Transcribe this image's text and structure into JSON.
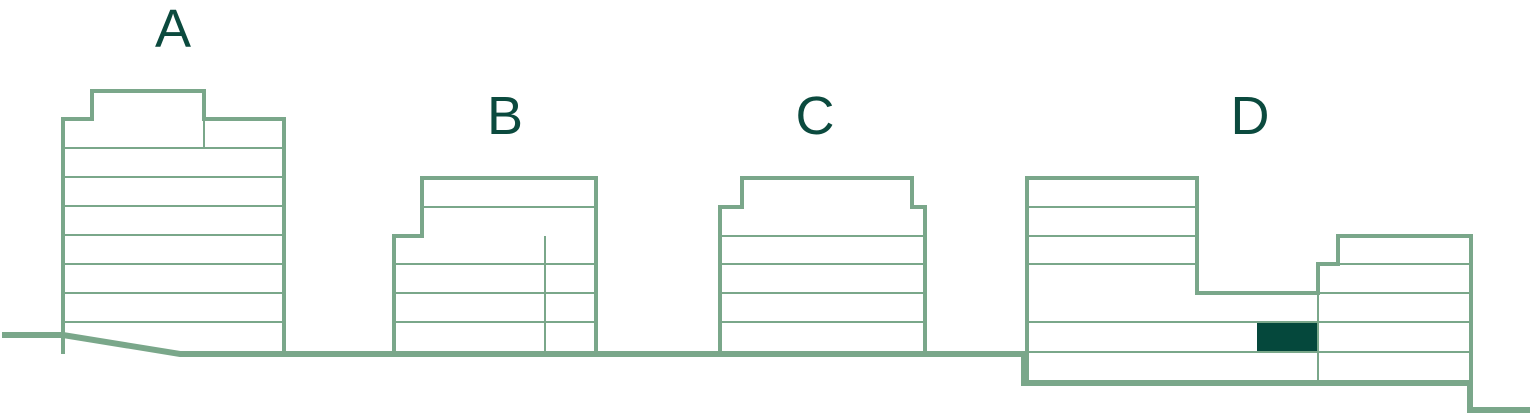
{
  "colors": {
    "outline": "#7aa78a",
    "label": "#0b4a3e",
    "highlight": "#05483c",
    "background": "#ffffff"
  },
  "buildings": [
    {
      "id": "A",
      "label": "A"
    },
    {
      "id": "B",
      "label": "B"
    },
    {
      "id": "C",
      "label": "C"
    },
    {
      "id": "D",
      "label": "D"
    }
  ],
  "highlighted_unit": {
    "building": "D",
    "state": "selected"
  }
}
